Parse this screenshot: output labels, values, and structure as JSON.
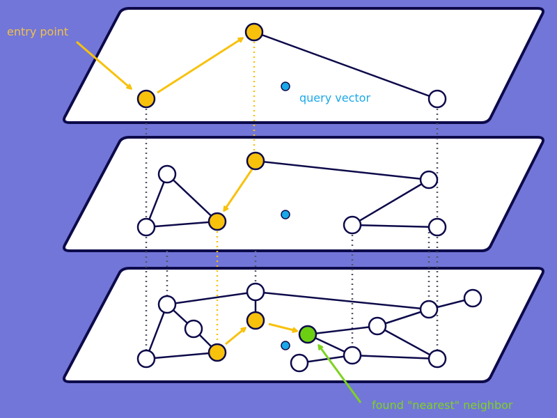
{
  "labels": {
    "entry_point": "entry point",
    "query_vector": "query vector",
    "found_neighbor": "found \"nearest\" neighbor"
  },
  "colors": {
    "background": "#7276d8",
    "layer_fill": "#ffffff",
    "outline": "#0d0a4a",
    "path_node": "#f8c10c",
    "found_node": "#6ccf12",
    "query": "#1aa8e8",
    "entry_label": "#f2c04a",
    "query_label": "#1aa8e8",
    "found_label": "#7ed321",
    "dotted_link": "#555566"
  },
  "layers": [
    "top-layer",
    "middle-layer",
    "bottom-layer"
  ]
}
